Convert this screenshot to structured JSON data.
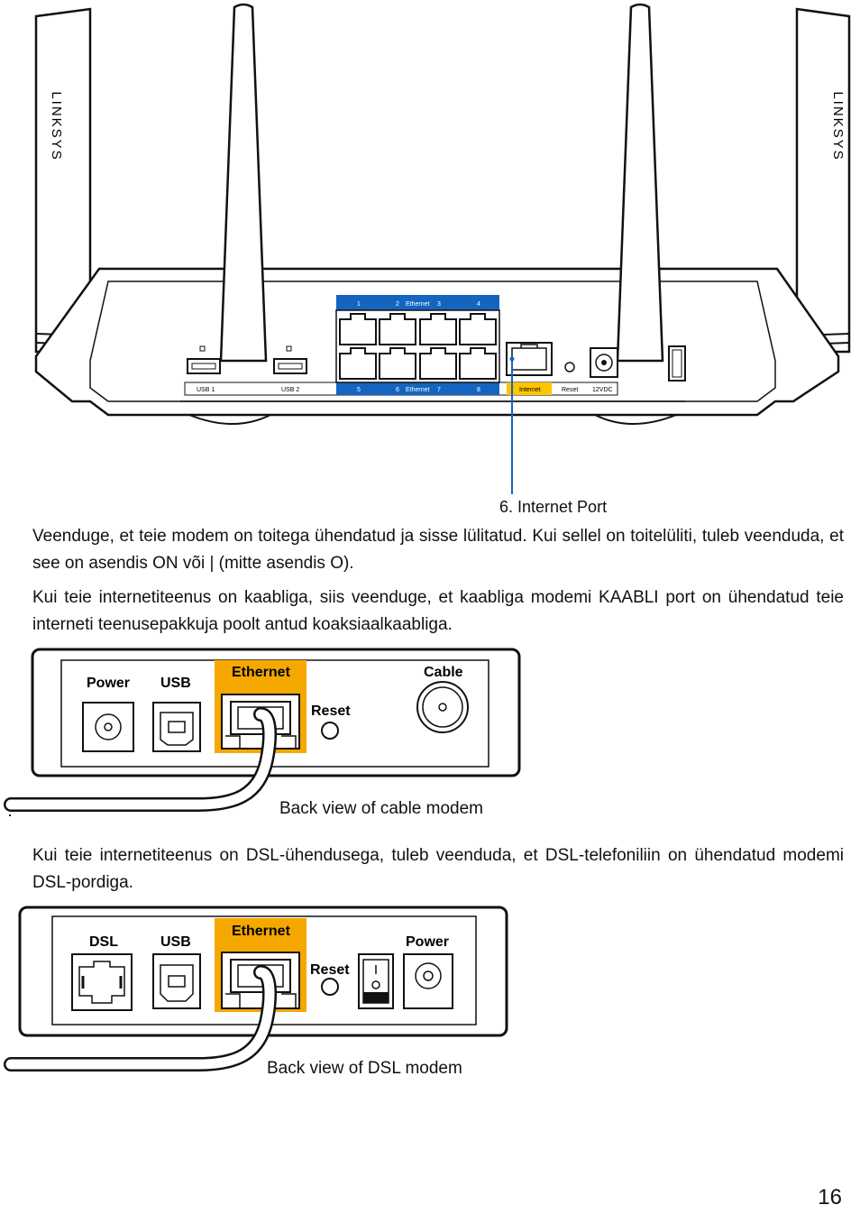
{
  "router": {
    "brand": "LINKSYS",
    "port_labels": {
      "usb1": "USB 1",
      "usb2": "USB 2",
      "ethernet_top": [
        "1",
        "2",
        "Ethernet",
        "3",
        "4"
      ],
      "ethernet_bottom": [
        "5",
        "6",
        "Ethernet",
        "7",
        "8"
      ],
      "internet": "Internet",
      "reset": "Reset",
      "power": "12VDC"
    },
    "callout": "6. Internet Port"
  },
  "paragraphs": {
    "p1": "Veenduge, et teie modem on toitega ühendatud ja sisse lülitatud. Kui sellel on toitelüliti, tuleb veenduda, et see on asendis ON või | (mitte asendis O).",
    "p2": "Kui teie internetiteenus on kaabliga, siis veenduge, et kaabliga modemi KAABLI port on ühendatud teie interneti teenusepakkuja poolt antud koaksiaalkaabliga.",
    "p3": "Kui teie internetiteenus on DSL-ühendusega, tuleb veenduda, et DSL-telefoniliin on ühendatud modemi DSL-pordiga."
  },
  "cable_modem": {
    "labels": {
      "power": "Power",
      "usb": "USB",
      "ethernet": "Ethernet",
      "reset": "Reset",
      "cable": "Cable"
    },
    "caption": "Back view of cable modem"
  },
  "dsl_modem": {
    "labels": {
      "dsl": "DSL",
      "usb": "USB",
      "ethernet": "Ethernet",
      "reset": "Reset",
      "power": "Power"
    },
    "caption": "Back view of DSL modem"
  },
  "page_number": "16",
  "colors": {
    "ethernet_blue": "#1565c0",
    "internet_yellow": "#ffc400",
    "modem_highlight": "#f5a800",
    "callout_line": "#1565c0"
  }
}
